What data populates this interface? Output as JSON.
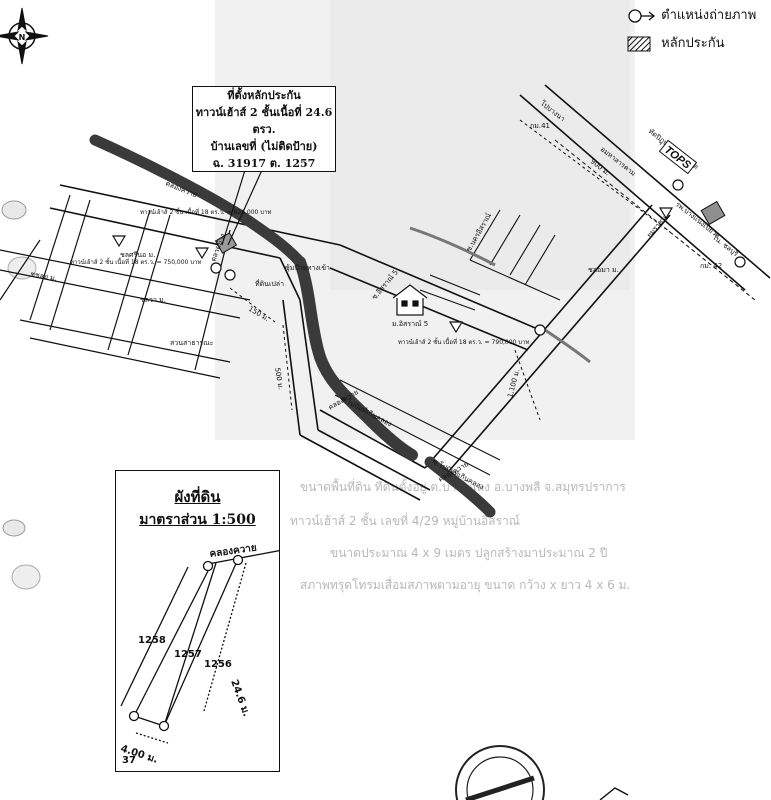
{
  "legend": {
    "camera": "ตำแหน่งถ่ายภาพ",
    "collateral": "หลักประกัน"
  },
  "callout": {
    "line1": "ที่ตั้งหลักประกัน",
    "line2": "ทาวน์เฮ้าส์ 2 ชั้นเนื้อที่ 24.6 ตรว.",
    "line3": "บ้านเลขที่ (ไม่ติดป้าย)",
    "line4": "ฉ. 31917  ต. 1257"
  },
  "map": {
    "north": "N",
    "road_top": "โปบางนา",
    "km41": "กม.41",
    "mahasarakham": "อมหาสารคาม",
    "dist_900": "900 ม.",
    "tops": "TOPS",
    "branch_store": "ทัตปิฎุปเปอร์มาร์เก็ต",
    "bangna": "รพ.บางแน่งเป๋ยวอ",
    "road_right": "โน. ชลบุรี",
    "km42": "กม. 42",
    "soi_a": "ยมราชน",
    "canal_top": "คลองควาย",
    "market_label": "ตลาดบ้าง",
    "dist_150": "150 ม.",
    "dist_500": "500 ม.",
    "dist_1100": "1,100 ม.",
    "road_lower": "ซ.โปปัมท์เกินคลอง",
    "road_lower2": "ซ.โปปัมท์เกินคลอง",
    "canal_mid": "คลองควาย",
    "canal_lower": "คลองควาย",
    "village": "ม.อิสราณ์ 5",
    "sale1": "ทาวน์เฮ้าส์ 2 ชั้น เนื้อที่ 18 ตร.ว. = 750,000 บาท",
    "sale2": "ทาวน์เฮ้าส์ 2 ชั้น เนื้อที่ 18 ตร.ว. = 826,000 บาท",
    "sale3": "ทาวน์เฮ้าส์ 2 ชั้น เนื้อที่ 18 ตร.ว. = 790,000 บาท",
    "sign": "ซุ้มป้ายทางเข้า",
    "sign2": "ที่ดินเปล่า",
    "road_lbl1": "ชชลอ ม.",
    "road_lbl2": "ซ.อิสราณ์ 5",
    "road_lbl3": "ชลวา ม.",
    "road_lbl4": "ชลอมา ม.",
    "road_lbl5": "สวนสาธารณะ",
    "road_lbl6": "ซ.นครอิสราณ์",
    "road_lbl7": "ชลศรีนอ ม."
  },
  "plot": {
    "title": "ผังที่ดิน",
    "scale": "มาตราส่วน 1:500",
    "canal": "คลองควาย",
    "lot_left": "1258",
    "lot_mid": "1257",
    "lot_right": "1256",
    "depth": "24.6 ม.",
    "width": "4.00 ม.",
    "width_num": "37"
  },
  "bg_text": {
    "line1": "ขนาดพื้นที่ดิน ที่ดินตั้งอยู่ ต.บางโฉลง อ.บางพลี จ.สมุทรปราการ",
    "line2": "ทาวน์เฮ้าส์ 2 ชั้น เลขที่ 4/29 หมู่บ้านอิสราณ์",
    "line3": "ขนาดประมาณ 4 x 9 เมตร ปลูกสร้างมาประมาณ 2 ปี",
    "line4": "สภาพทรุดโทรมเสื่อมสภาพตามอายุ ขนาด กว้าง x ยาว 4 x 6 ม."
  }
}
